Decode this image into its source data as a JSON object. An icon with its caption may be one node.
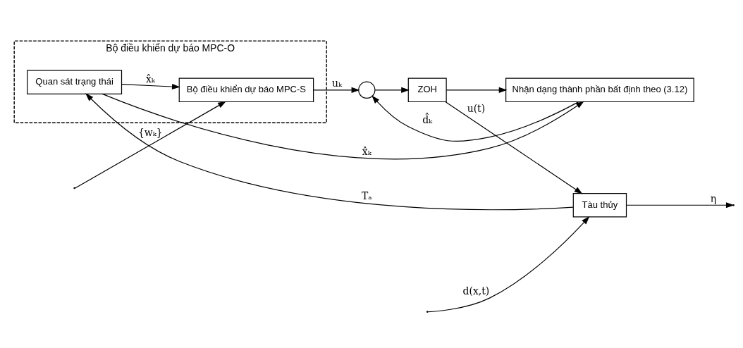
{
  "diagram": {
    "nodes": [
      {
        "text": [
          "Bộ điều khiển dự báo MPC-O"
        ]
      },
      {
        "text": [
          "Quan sát trạng thái"
        ],
        "in": 0
      },
      {
        "text": [
          "Bộ điều khiển dự báo MPC-S"
        ],
        "in": 0
      },
      {
        "text": [],
        "shape": "circle"
      },
      {
        "text": [
          "ZOH"
        ]
      },
      {
        "text": [
          "Tàu thủy"
        ]
      },
      {
        "text": [
          "Nhận dạng thành phần bất định theo (3.12)"
        ]
      }
    ],
    "edges": [
      {
        "from": null,
        "to": 2,
        "arrow": "to",
        "label": "{wₖ}"
      },
      {
        "from": 1,
        "to": 2,
        "arrow": "to",
        "label": "x̂ₖ"
      },
      {
        "from": 2,
        "to": 3,
        "arrow": "to",
        "label": "uₖ"
      },
      {
        "from": 3,
        "to": 4,
        "arrow": "to"
      },
      {
        "from": 4,
        "to": 5,
        "arrow": "to",
        "label": "u(t)"
      },
      {
        "from": null,
        "to": 5,
        "arrow": "to",
        "label": "d(x,t)"
      },
      {
        "from": 5,
        "to": null,
        "arrow": "to",
        "label": "η"
      },
      {
        "from": 5,
        "to": 1,
        "arrow": "to",
        "label": "Tₐ"
      },
      {
        "from": 4,
        "to": 6,
        "arrow": "to"
      },
      {
        "from": 1,
        "to": 6,
        "arrow": "to",
        "label": "x̂ₖ"
      },
      {
        "from": 6,
        "to": 3,
        "arrow": "to",
        "label": "d̂ₖ"
      }
    ]
  }
}
